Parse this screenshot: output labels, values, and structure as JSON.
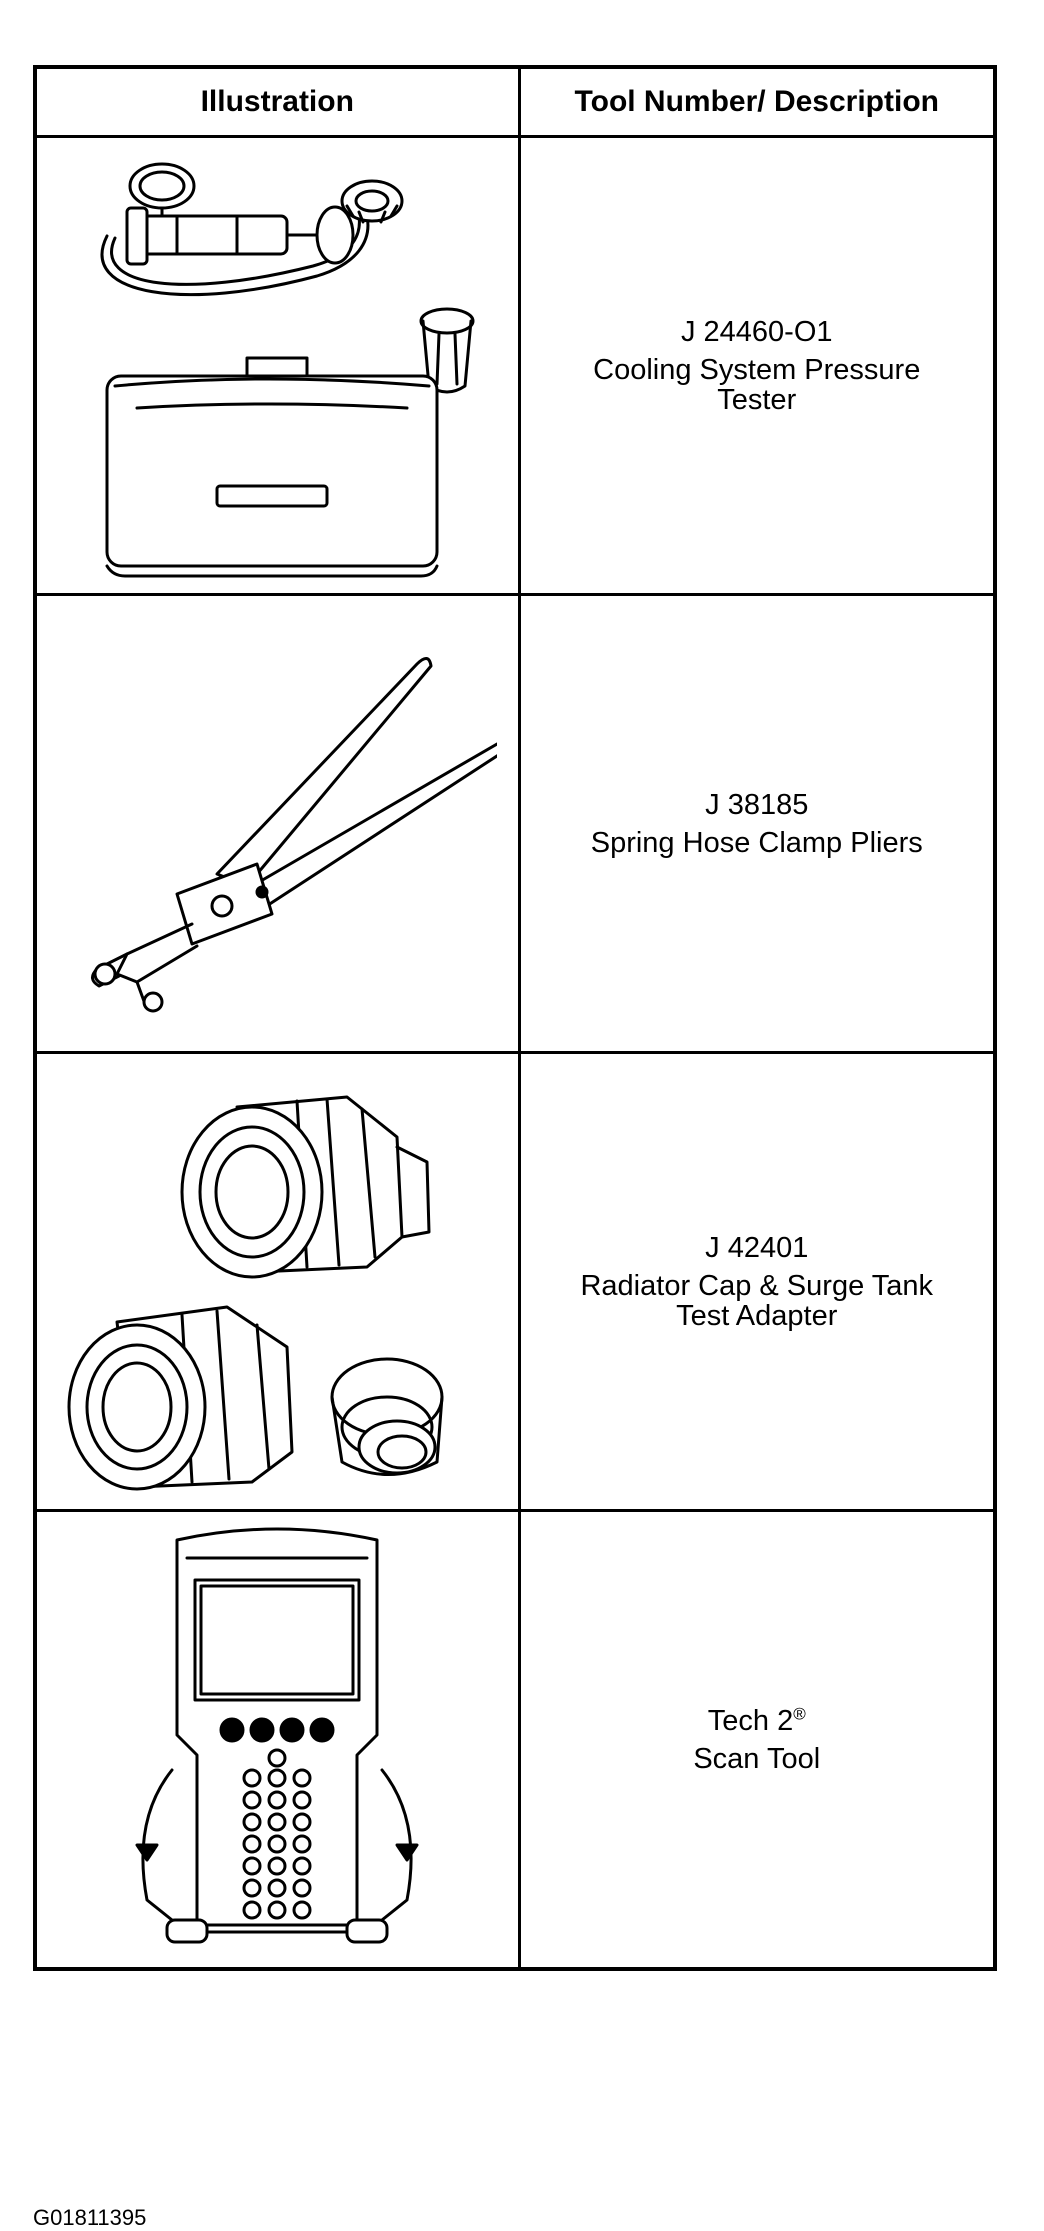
{
  "table": {
    "headers": {
      "illustration": "Illustration",
      "description": "Tool Number/ Description"
    },
    "rows": [
      {
        "tool_number": "J 24460-O1",
        "description_lines": [
          "Cooling System Pressure",
          "Tester"
        ],
        "illustration_icon": "cooling-system-pressure-tester-icon"
      },
      {
        "tool_number": "J 38185",
        "description_lines": [
          "Spring Hose Clamp Pliers"
        ],
        "illustration_icon": "spring-hose-clamp-pliers-icon"
      },
      {
        "tool_number": "J 42401",
        "description_lines": [
          "Radiator Cap & Surge Tank",
          "Test Adapter"
        ],
        "illustration_icon": "radiator-cap-test-adapter-icon"
      },
      {
        "tool_number": "Tech 2",
        "tool_number_mark": "®",
        "description_lines": [
          "Scan Tool"
        ],
        "illustration_icon": "scan-tool-icon"
      }
    ]
  },
  "figure_id": "G01811395"
}
